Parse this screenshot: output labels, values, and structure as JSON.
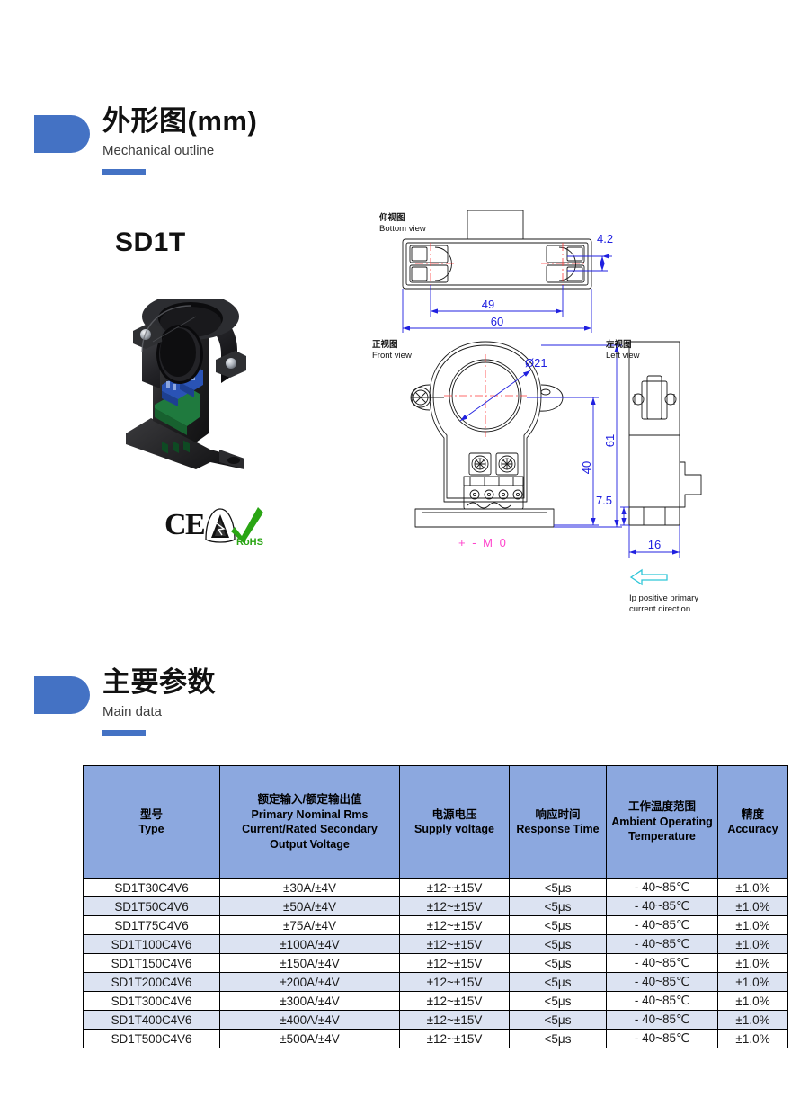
{
  "sections": {
    "mechanical": {
      "title_cn": "外形图(mm)",
      "title_en": "Mechanical outline"
    },
    "main_data": {
      "title_cn": "主要参数",
      "title_en": "Main data"
    }
  },
  "product": {
    "model_title": "SD1T"
  },
  "certifications": {
    "ce_text": "CE",
    "rohs_text": "RoHS"
  },
  "drawing": {
    "views": {
      "bottom": {
        "cn": "仰视图",
        "en": "Bottom view"
      },
      "front": {
        "cn": "正视图",
        "en": "Front view"
      },
      "left": {
        "cn": "左视图",
        "en": "Left view"
      }
    },
    "dimensions": {
      "d_4_2": "4.2",
      "d_49": "49",
      "d_60": "60",
      "d_bore": "Ø21",
      "d_61": "61",
      "d_40": "40",
      "d_7_5": "7.5",
      "d_16": "16"
    },
    "terminal_labels": "+  -  M  0",
    "current_direction_note": "Ip positive primary\ncurrent direction",
    "current_direction_line1": "Ip positive primary",
    "current_direction_line2": "current direction"
  },
  "table": {
    "headers": [
      {
        "cn": "型号",
        "en": "Type"
      },
      {
        "cn": "额定输入/额定输出值",
        "en": "Primary Nominal Rms Current/Rated Secondary Output Voltage"
      },
      {
        "cn": "电源电压",
        "en": "Supply voltage"
      },
      {
        "cn": "响应时间",
        "en": "Response Time"
      },
      {
        "cn": "工作温度范围",
        "en": "Ambient Operating Temperature"
      },
      {
        "cn": "精度",
        "en": "Accuracy"
      }
    ],
    "rows": [
      {
        "type": "SD1T30C4V6",
        "nominal": "±30A/±4V",
        "supply": "±12~±15V",
        "response": "<5μs",
        "temperature": "- 40~85℃",
        "accuracy": "±1.0%"
      },
      {
        "type": "SD1T50C4V6",
        "nominal": "±50A/±4V",
        "supply": "±12~±15V",
        "response": "<5μs",
        "temperature": "- 40~85℃",
        "accuracy": "±1.0%"
      },
      {
        "type": "SD1T75C4V6",
        "nominal": "±75A/±4V",
        "supply": "±12~±15V",
        "response": "<5μs",
        "temperature": "- 40~85℃",
        "accuracy": "±1.0%"
      },
      {
        "type": "SD1T100C4V6",
        "nominal": "±100A/±4V",
        "supply": "±12~±15V",
        "response": "<5μs",
        "temperature": "- 40~85℃",
        "accuracy": "±1.0%"
      },
      {
        "type": "SD1T150C4V6",
        "nominal": "±150A/±4V",
        "supply": "±12~±15V",
        "response": "<5μs",
        "temperature": "- 40~85℃",
        "accuracy": "±1.0%"
      },
      {
        "type": "SD1T200C4V6",
        "nominal": "±200A/±4V",
        "supply": "±12~±15V",
        "response": "<5μs",
        "temperature": "- 40~85℃",
        "accuracy": "±1.0%"
      },
      {
        "type": "SD1T300C4V6",
        "nominal": "±300A/±4V",
        "supply": "±12~±15V",
        "response": "<5μs",
        "temperature": "- 40~85℃",
        "accuracy": "±1.0%"
      },
      {
        "type": "SD1T400C4V6",
        "nominal": "±400A/±4V",
        "supply": "±12~±15V",
        "response": "<5μs",
        "temperature": "- 40~85℃",
        "accuracy": "±1.0%"
      },
      {
        "type": "SD1T500C4V6",
        "nominal": "±500A/±4V",
        "supply": "±12~±15V",
        "response": "<5μs",
        "temperature": "- 40~85℃",
        "accuracy": "±1.0%"
      }
    ]
  },
  "colors": {
    "accent_blue": "#4472c4",
    "table_header_blue": "#8ca8df",
    "table_alt_row": "#dce3f2",
    "drawing_line": "#1a1a1a",
    "dimension_blue": "#2020e0",
    "centerline_red": "#ff3b3b",
    "terminal_magenta": "#ff44cc",
    "rohs_green": "#2aa514"
  }
}
